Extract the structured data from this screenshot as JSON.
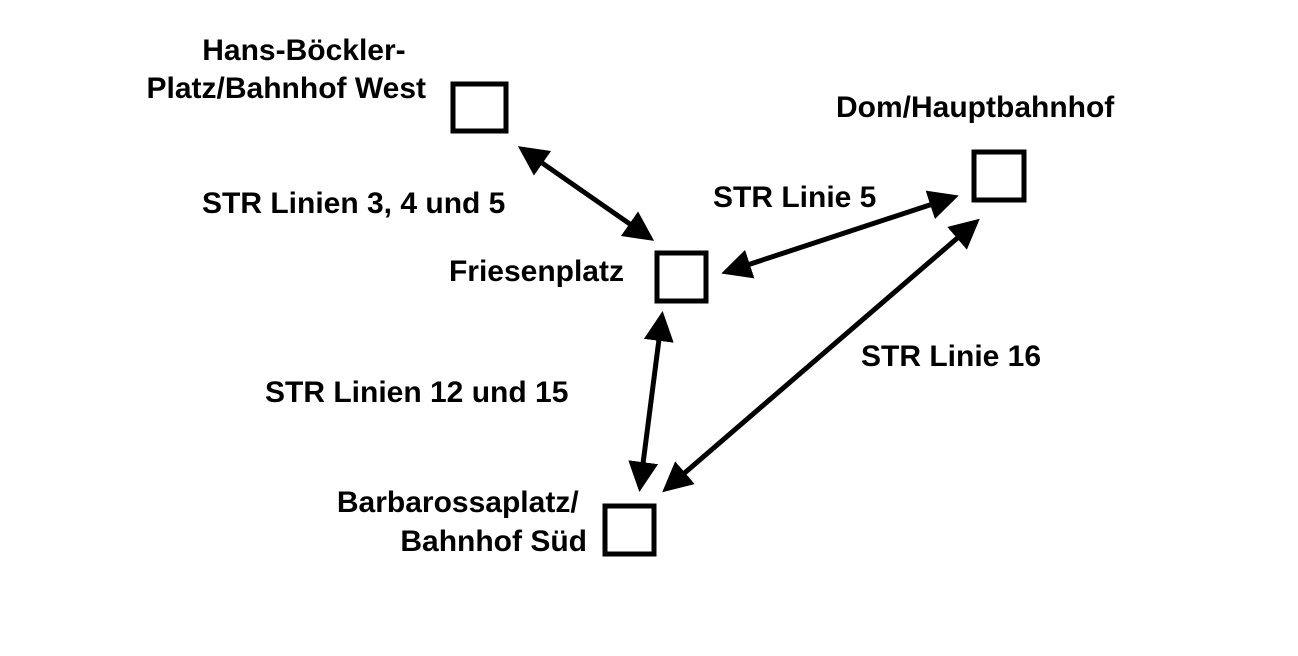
{
  "stations": {
    "hans_boeckler": {
      "line1": "Hans-Böckler-",
      "line2": "Platz/Bahnhof West"
    },
    "dom": {
      "label": "Dom/Hauptbahnhof"
    },
    "friesenplatz": {
      "label": "Friesenplatz"
    },
    "barbarossa": {
      "line1": "Barbarossaplatz/",
      "line2": "Bahnhof Süd"
    }
  },
  "connections": {
    "hans_friesen": "STR Linien 3, 4 und 5",
    "friesen_dom": "STR Linie 5",
    "friesen_barbarossa": "STR Linien 12 und 15",
    "dom_barbarossa": "STR Linie 16"
  }
}
